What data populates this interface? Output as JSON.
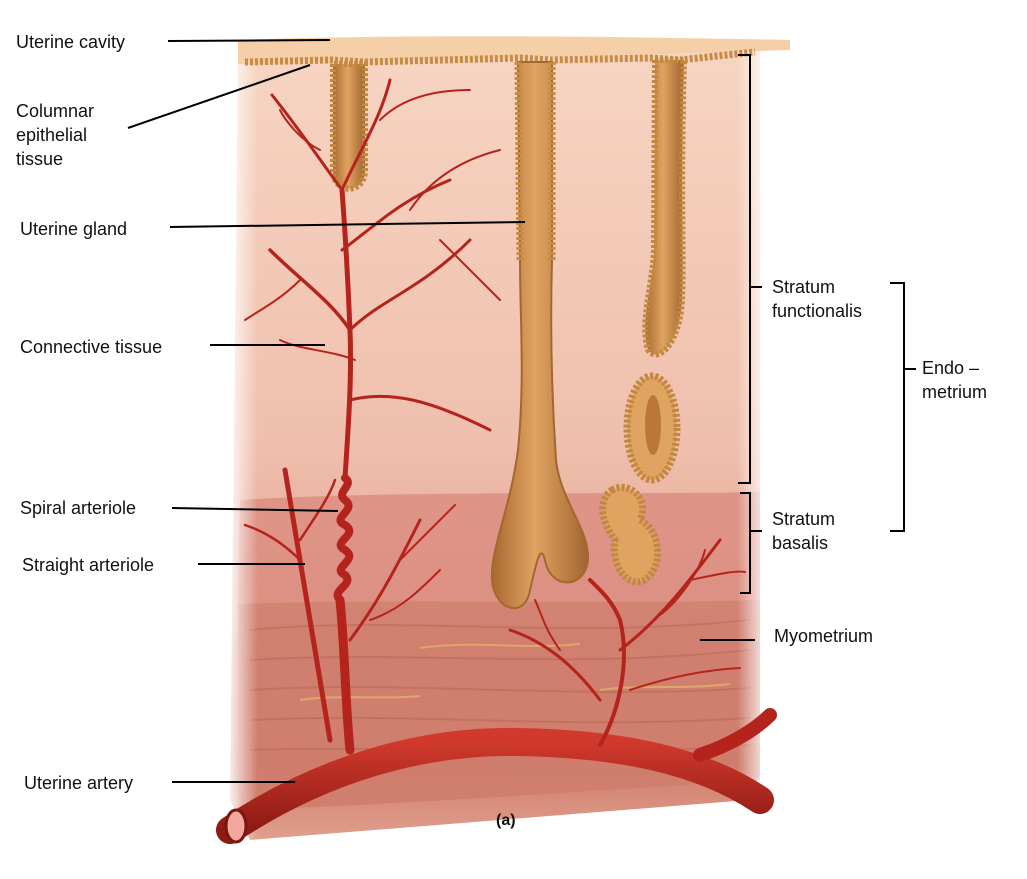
{
  "labels": {
    "uterine_cavity": "Uterine cavity",
    "columnar_epithelial": [
      "Columnar",
      "epithelial",
      "tissue"
    ],
    "uterine_gland": "Uterine gland",
    "connective_tissue": "Connective tissue",
    "spiral_arteriole": "Spiral arteriole",
    "straight_arteriole": "Straight arteriole",
    "uterine_artery": "Uterine artery",
    "stratum_functionalis": [
      "Stratum",
      "functionalis"
    ],
    "endometrium": [
      "Endo –",
      "metrium"
    ],
    "stratum_basalis": [
      "Stratum",
      "basalis"
    ],
    "myometrium": "Myometrium"
  },
  "caption": "(a)",
  "colors": {
    "tissue_light": "#f3c8b4",
    "tissue_mid": "#e8a995",
    "basalis": "#d98a7e",
    "myometrium": "#d27f6f",
    "artery": "#b5241c",
    "gland": "#c98a4a",
    "gland_wall": "#d9a45e",
    "leader": "#000000"
  }
}
